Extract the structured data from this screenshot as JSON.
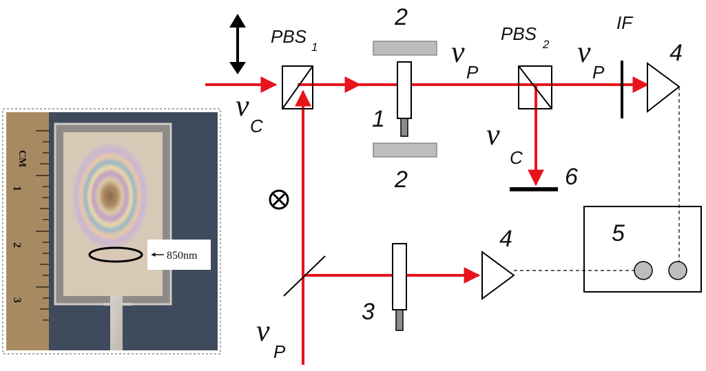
{
  "photo": {
    "ruler_unit": "CM",
    "ruler_marks": [
      "1",
      "2",
      "3"
    ],
    "callout": "850nm"
  },
  "labels": {
    "pbs1": "PBS",
    "pbs1_sub": "1",
    "pbs2": "PBS",
    "pbs2_sub": "2",
    "if": "IF",
    "nu": "ν",
    "sub_c": "C",
    "sub_p": "P",
    "n1": "1",
    "n2_top": "2",
    "n2_bottom": "2",
    "n3": "3",
    "n4_top": "4",
    "n4_bottom": "4",
    "n5": "5",
    "n6": "6"
  },
  "colors": {
    "beam": "#e8141c",
    "element_gray": "#bdbdbd",
    "photo_bg": "#3f4a5c",
    "wood": "#a88a62"
  }
}
